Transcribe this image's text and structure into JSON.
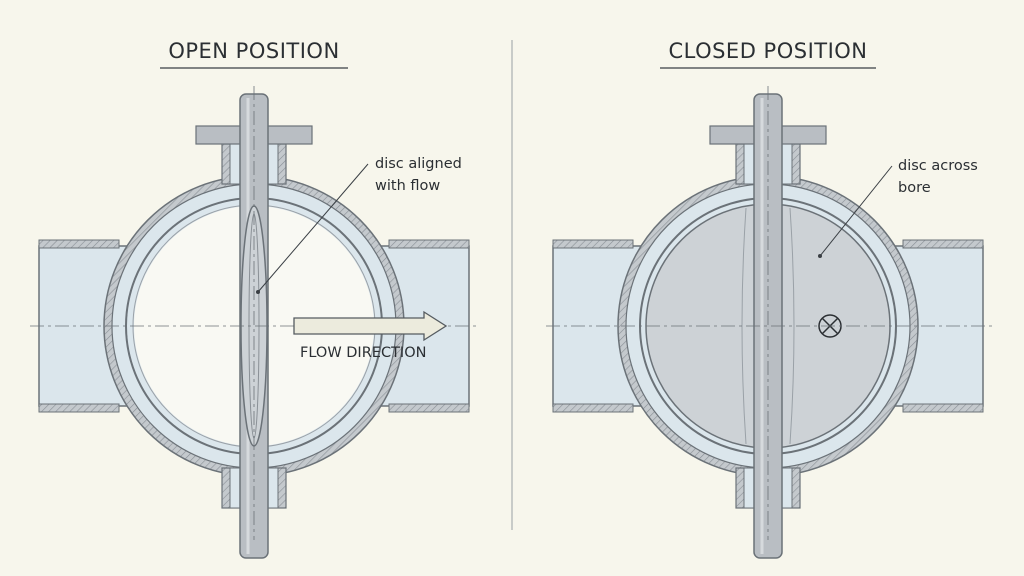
{
  "diagram": {
    "left_panel": {
      "title": "OPEN POSITION",
      "annotation": [
        "disc aligned",
        "with flow"
      ],
      "flow_label": "FLOW DIRECTION"
    },
    "right_panel": {
      "title": "CLOSED POSITION",
      "annotation": [
        "disc across",
        "bore"
      ]
    },
    "colors": {
      "background": "#f7f6ec",
      "body_fill": "#dbe6ec",
      "metal": "#b9bec3",
      "outline": "#6b7278",
      "disc": "#cdd2d6",
      "text": "#2b2f33"
    }
  }
}
